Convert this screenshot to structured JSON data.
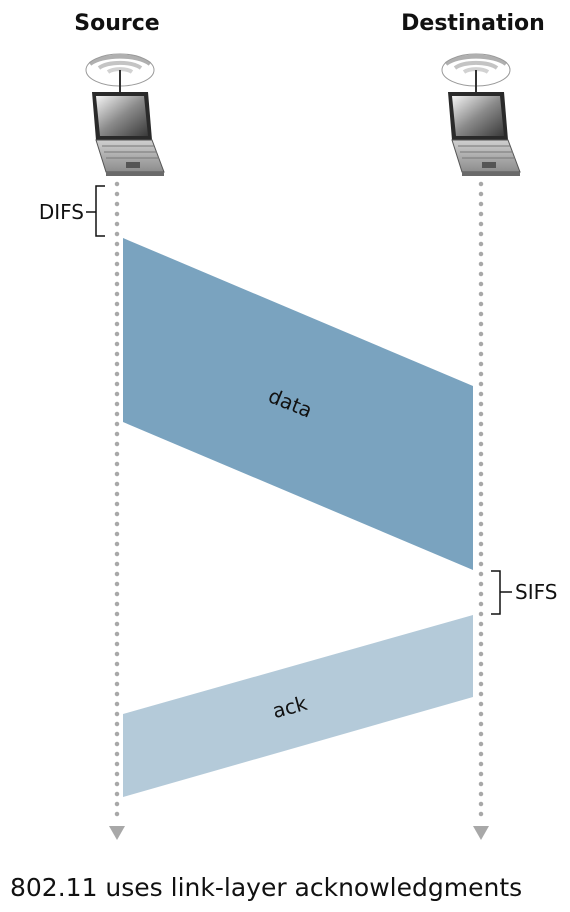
{
  "nodes": {
    "source": {
      "label": "Source"
    },
    "destination": {
      "label": "Destination"
    }
  },
  "intervals": {
    "difs": "DIFS",
    "sifs": "SIFS"
  },
  "messages": {
    "data": {
      "label": "data",
      "color": "#7aa3bf"
    },
    "ack": {
      "label": "ack",
      "color": "#b4cad9"
    }
  },
  "caption": "802.11 uses link-layer acknowledgments",
  "colors": {
    "timeline": "#a8a8a8",
    "text": "#111111"
  },
  "icons": {
    "sender": "laptop-wifi-icon",
    "receiver": "laptop-wifi-icon"
  }
}
